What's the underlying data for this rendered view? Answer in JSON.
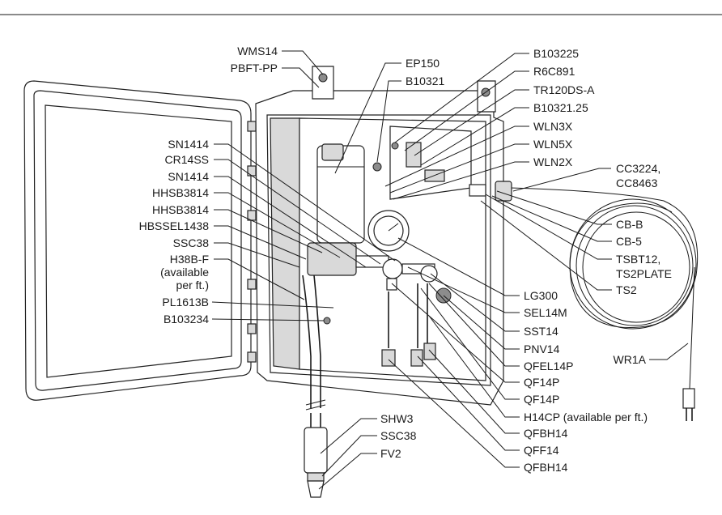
{
  "labels": {
    "wms14": "WMS14",
    "pbftpp": "PBFT-PP",
    "ep150": "EP150",
    "b10321": "B10321",
    "b103225": "B103225",
    "r6c891": "R6C891",
    "tr120dsa": "TR120DS-A",
    "b1032125": "B10321.25",
    "wln3x": "WLN3X",
    "wln5x": "WLN5X",
    "wln2x": "WLN2X",
    "cc3224_1": "CC3224,",
    "cc3224_2": "CC8463",
    "sn1414a": "SN1414",
    "cr14ss": "CR14SS",
    "sn1414b": "SN1414",
    "hhsb3814a": "HHSB3814",
    "hhsb3814b": "HHSB3814",
    "hbssel1438": "HBSSEL1438",
    "ssc38a": "SSC38",
    "h38bf_1": "H38B-F",
    "h38bf_2": "(available",
    "h38bf_3": "per ft.)",
    "pl1613b": "PL1613B",
    "b103234": "B103234",
    "cbb": "CB-B",
    "cb5": "CB-5",
    "tsbt12_1": "TSBT12,",
    "tsbt12_2": "TS2PLATE",
    "ts2": "TS2",
    "lg300": "LG300",
    "sel14m": "SEL14M",
    "sst14": "SST14",
    "pnv14": "PNV14",
    "wr1a": "WR1A",
    "qfel14p": "QFEL14P",
    "qf14pa": "QF14P",
    "qf14pb": "QF14P",
    "h14cp": "H14CP (available per ft.)",
    "qfbh14a": "QFBH14",
    "qff14": "QFF14",
    "qfbh14b": "QFBH14",
    "shw3": "SHW3",
    "ssc38b": "SSC38",
    "fv2": "FV2"
  }
}
